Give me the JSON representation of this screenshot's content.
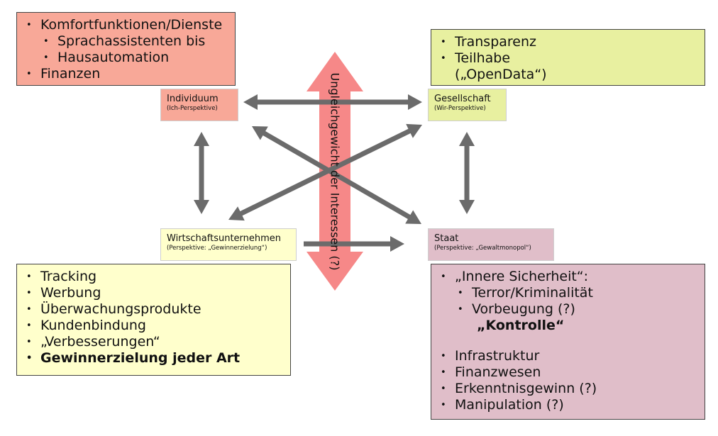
{
  "colors": {
    "individuum": "#f8a898",
    "gesellschaft": "#e8f0a0",
    "wirtschaft": "#ffffcc",
    "staat": "#e0bec9",
    "arrow": "#6b6b6b",
    "central_arrow": "#f47373"
  },
  "boxes": {
    "individuum_list": [
      {
        "text": "Komfortfunktionen/Dienste"
      },
      {
        "text": "Sprachassistenten bis"
      },
      {
        "text": "Hausautomation"
      },
      {
        "text": "Finanzen"
      }
    ],
    "gesellschaft_list": [
      {
        "text": "Transparenz"
      },
      {
        "text": "Teilhabe"
      },
      {
        "text": "(„OpenData“)"
      }
    ],
    "wirtschaft_list": [
      {
        "text": "Tracking"
      },
      {
        "text": "Werbung"
      },
      {
        "text": "Überwachungsprodukte"
      },
      {
        "text": "Kundenbindung"
      },
      {
        "text": "„Verbesserungen“"
      },
      {
        "text": "Gewinnerzielung jeder Art"
      }
    ],
    "staat_list": [
      {
        "text": "„Innere Sicherheit“:"
      },
      {
        "text": "Terror/Kriminalität"
      },
      {
        "text": "Vorbeugung (?)"
      },
      {
        "text": "„Kontrolle“"
      },
      {
        "text": "Infrastruktur"
      },
      {
        "text": "Finanzwesen"
      },
      {
        "text": "Erkenntnisgewinn (?)"
      },
      {
        "text": "Manipulation (?)"
      }
    ]
  },
  "entities": {
    "individuum": {
      "name": "Individuum",
      "perspective": "(Ich-Perspektive)"
    },
    "gesellschaft": {
      "name": "Gesellschaft",
      "perspective": "(Wir-Perspektive)"
    },
    "wirtschaft": {
      "name": "Wirtschaftsunternehmen",
      "perspective": "(Perspektive: „Gewinnerzielung“)"
    },
    "staat": {
      "name": "Staat",
      "perspective": "(Perspektive: „Gewaltmonopol“)"
    }
  },
  "central_label": "Ungleichgewicht der Interessen (?)"
}
